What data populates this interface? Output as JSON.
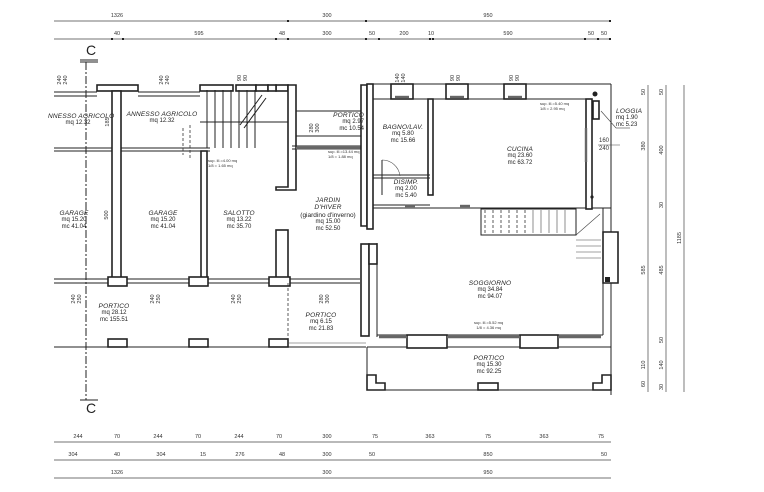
{
  "plan": {
    "section_marker": "C",
    "rooms": [
      {
        "id": "annesso-left",
        "name": "NNESSO AGRICOLO",
        "mq": "mq 12.32",
        "mc": ""
      },
      {
        "id": "annesso",
        "name": "ANNESSO AGRICOLO",
        "mq": "mq 12.32",
        "mc": ""
      },
      {
        "id": "garage-left",
        "name": "GARAGE",
        "mq": "mq 15.20",
        "mc": "mc 41.04"
      },
      {
        "id": "garage",
        "name": "GARAGE",
        "mq": "mq 15.20",
        "mc": "mc 41.04"
      },
      {
        "id": "salotto",
        "name": "SALOTTO",
        "mq": "mq 13.22",
        "mc": "mc 35.70"
      },
      {
        "id": "portico-top",
        "name": "PORTICO",
        "mq": "mq 2.97",
        "mc": "mc 10.54"
      },
      {
        "id": "jardin",
        "name": "JARDIN",
        "name2": "D'HIVER",
        "name3": "(giardino d'inverno)",
        "mq": "mq 15.00",
        "mc": "mc 52.50"
      },
      {
        "id": "bagno",
        "name": "BAGNO/LAV.",
        "mq": "mq 5.80",
        "mc": "mc 15.66"
      },
      {
        "id": "disimp",
        "name": "DISIMP.",
        "mq": "mq 2.00",
        "mc": "mc 5.40"
      },
      {
        "id": "cucina",
        "name": "CUCINA",
        "mq": "mq 23.60",
        "mc": "mc 63.72"
      },
      {
        "id": "loggia",
        "name": "LOGGIA",
        "mq": "mq 1.90",
        "mc": "mc 5.23"
      },
      {
        "id": "soggiorno",
        "name": "SOGGIORNO",
        "mq": "mq 34.84",
        "mc": "mc 94.07"
      },
      {
        "id": "portico-left",
        "name": "PORTICO",
        "mq": "mq 28.12",
        "mc": "mc 155.51"
      },
      {
        "id": "portico-mid",
        "name": "PORTICO",
        "mq": "mq 6.15",
        "mc": "mc 21.83"
      },
      {
        "id": "portico-bottom",
        "name": "PORTICO",
        "mq": "mq 15.30",
        "mc": "mc 92.25"
      }
    ],
    "notes": [
      {
        "id": "salotto",
        "l1": "sup. ill.=4.00 mq",
        "l2": "1/8 = 1.65 mq"
      },
      {
        "id": "jardin",
        "l1": "sup. ill.=13.44 mq",
        "l2": "1/8 = 1.88 mq"
      },
      {
        "id": "cucina",
        "l1": "sup. ill.=5.40 mq",
        "l2": "1/8 = 2.95 mq"
      },
      {
        "id": "soggiorno",
        "l1": "sup. ill.=5.52 mq",
        "l2": "1/8 = 4.36 mq"
      }
    ],
    "dimensions": {
      "top_row1": [
        "1326",
        "300",
        "950"
      ],
      "top_row2": [
        "40",
        "595",
        "48",
        "300",
        "50",
        "200",
        "10",
        "590",
        "50",
        "50"
      ],
      "bottom_row1": [
        "244",
        "70",
        "244",
        "70",
        "244",
        "70",
        "300",
        "75",
        "363",
        "75",
        "363",
        "75"
      ],
      "bottom_row2": [
        "304",
        "40",
        "304",
        "15",
        "276",
        "48",
        "300",
        "50",
        "850",
        "50"
      ],
      "bottom_row3": [
        "1326",
        "300",
        "950"
      ],
      "right_col1": [
        "50",
        "380",
        "585",
        "110",
        "60"
      ],
      "right_col2": [
        "50",
        "400",
        "30",
        "485",
        "50",
        "140",
        "30"
      ],
      "right_total": "1185",
      "window_heights_top": [
        "240",
        "240",
        "240",
        "240",
        "90",
        "90",
        "140",
        "140",
        "90",
        "90",
        "90",
        "90"
      ],
      "window_heights_bottom": [
        "240",
        "250",
        "240",
        "250",
        "240",
        "250",
        "280",
        "300"
      ],
      "portico_heights": [
        "280",
        "300"
      ],
      "loggia_opening": [
        "160",
        "240"
      ],
      "wall_500": "500",
      "wall_185": "185"
    }
  }
}
